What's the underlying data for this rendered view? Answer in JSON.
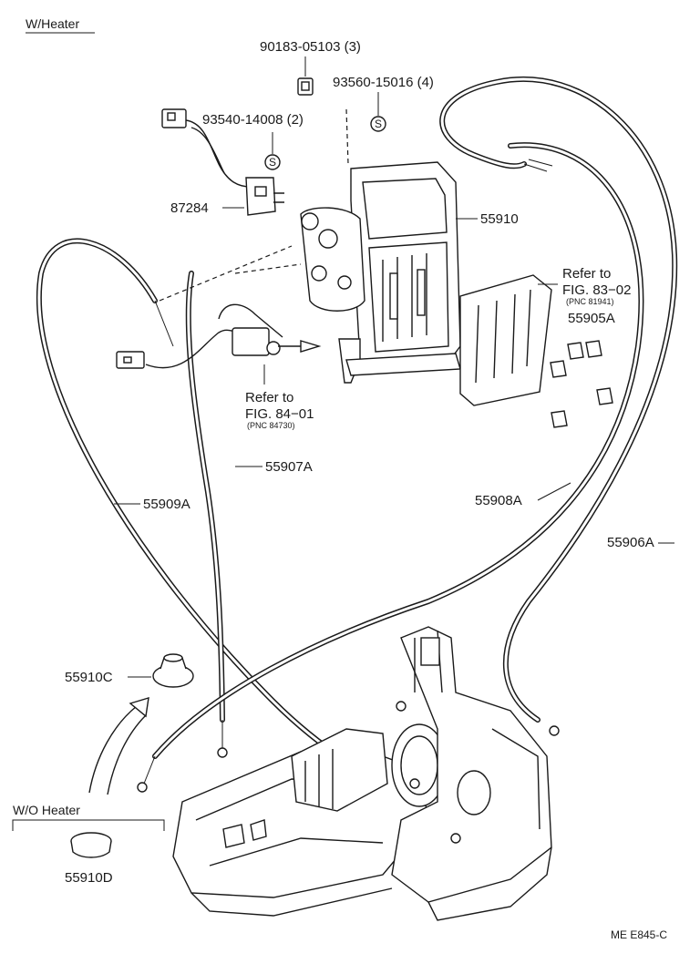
{
  "header": {
    "variant_w_heater": "W/Heater",
    "variant_wo_heater": "W/O Heater"
  },
  "labels": {
    "p90183": "90183-05103 (3)",
    "p93560": "93560-15016 (4)",
    "p93540": "93540-14008 (2)",
    "p87284": "87284",
    "p55910": "55910",
    "p55905a": "55905A",
    "p55907a": "55907A",
    "p55909a": "55909A",
    "p55908a": "55908A",
    "p55906a": "55906A",
    "p55910c": "55910C",
    "p55910d": "55910D"
  },
  "references": {
    "ref1_line1": "Refer to",
    "ref1_line2": "FIG. 83−02",
    "ref1_pnc": "(PNC 81941)",
    "ref2_line1": "Refer to",
    "ref2_line2": "FIG. 84−01",
    "ref2_pnc": "(PNC 84730)"
  },
  "footer": {
    "code": "ME E845-C"
  }
}
